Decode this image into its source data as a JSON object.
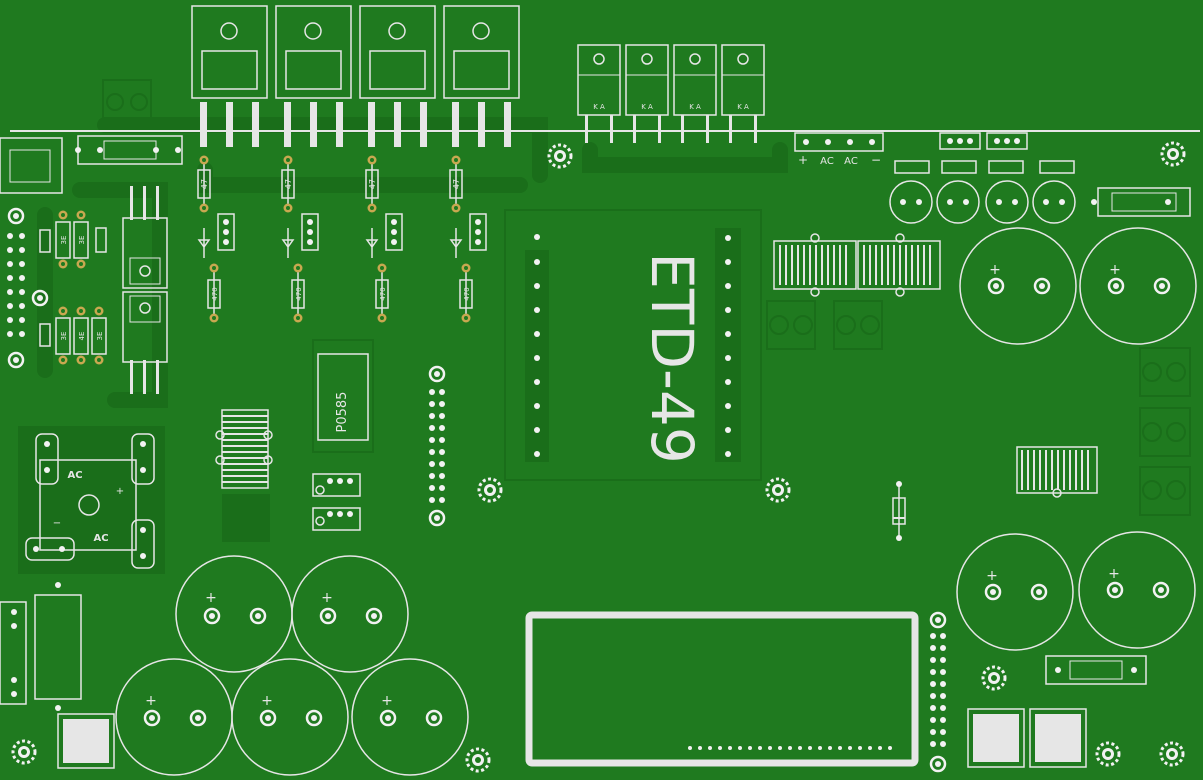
{
  "board": {
    "colors": {
      "substrate": "#1f7a1f",
      "copper": "#1a6e1a",
      "silkscreen": "#e6e6e6",
      "pad": "#f2f2f2",
      "drill": "#1f7a1f",
      "gold": "#c8a850"
    },
    "transformer_label": "ETD-49",
    "ic_label": "P0585",
    "connector_labels": {
      "plus": "+",
      "ac1": "AC",
      "ac2": "AC",
      "minus": "−"
    },
    "bridge_labels": {
      "ac_top": "AC",
      "ac_bottom": "AC",
      "plus": "+",
      "minus": "−"
    },
    "electrolytic_polarity": "+",
    "ka_label": "K  A",
    "resistor_labels": {
      "r47": "47",
      "r470": "470",
      "r3e": "3E",
      "r4e": "4E"
    }
  }
}
